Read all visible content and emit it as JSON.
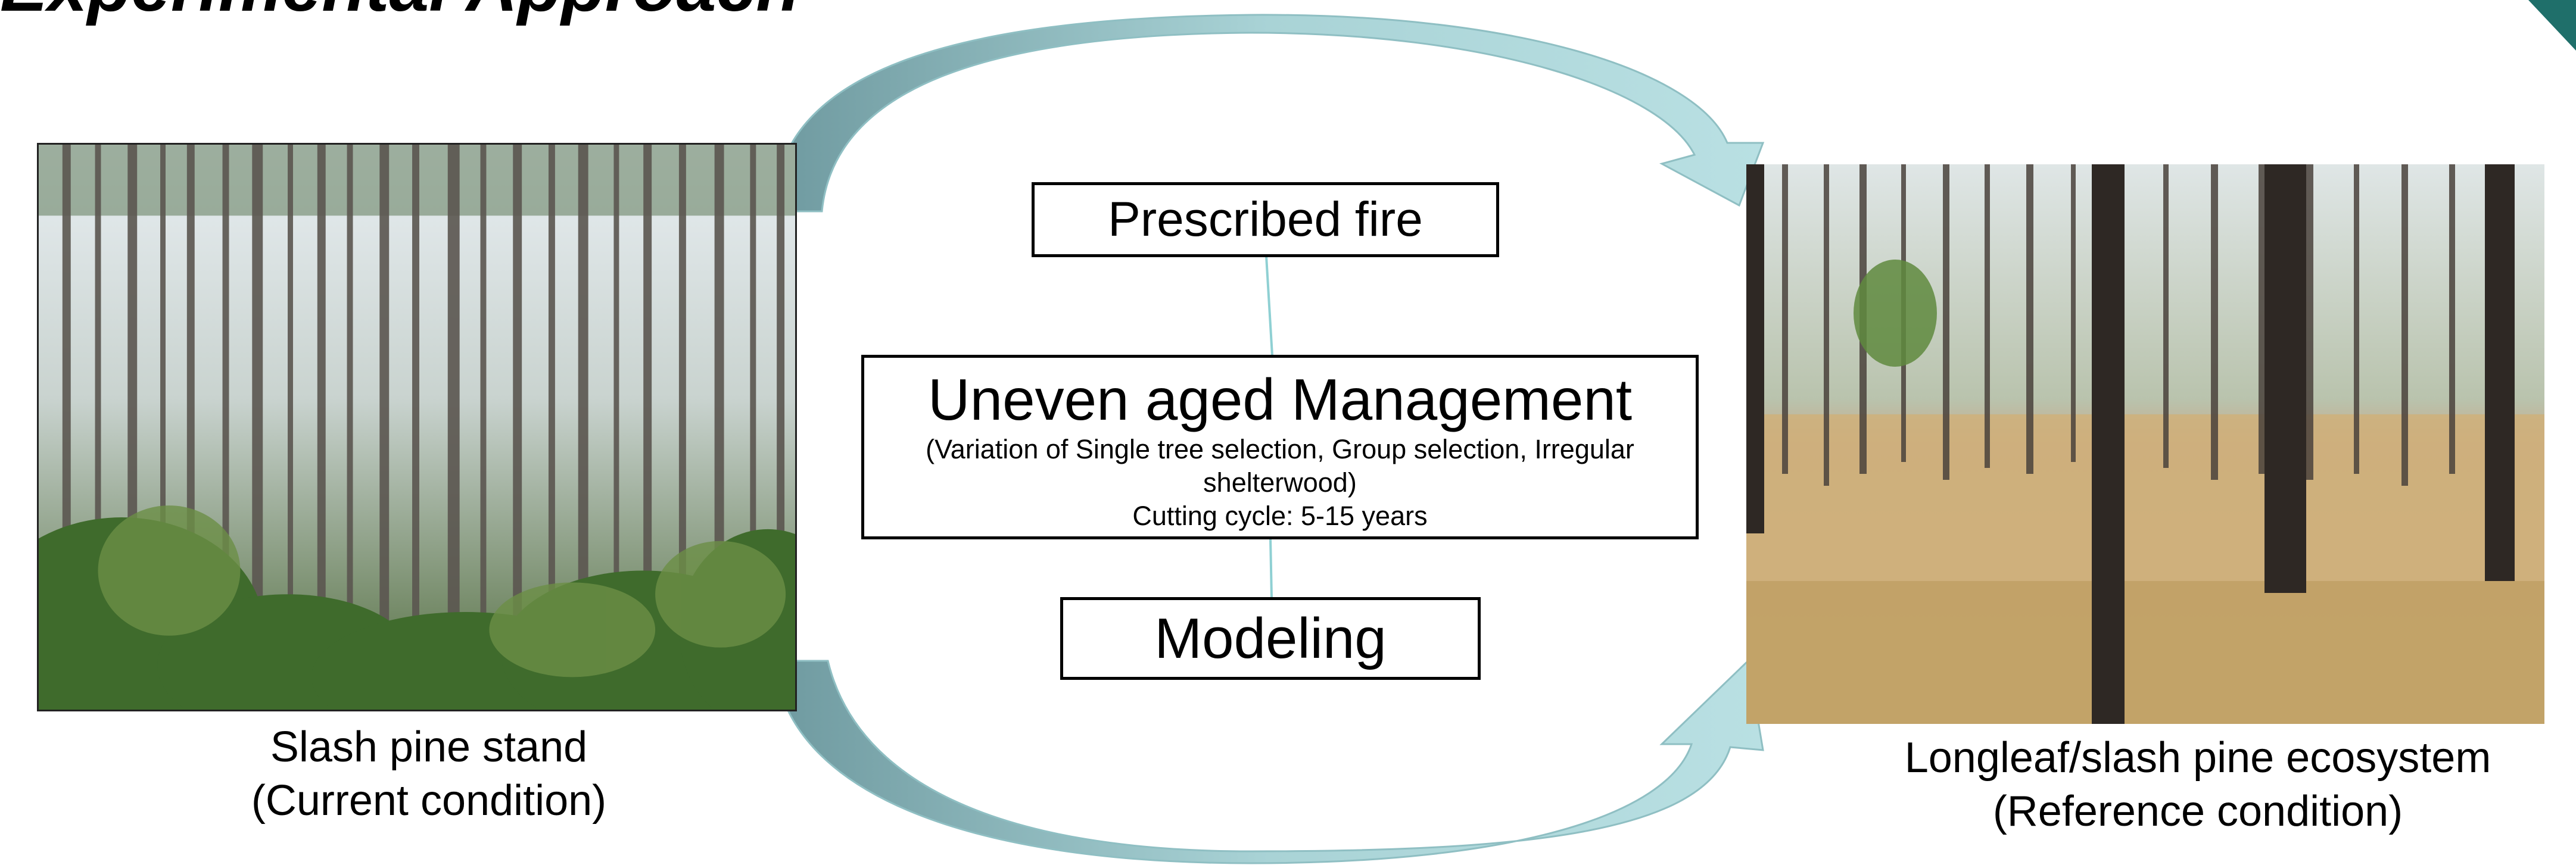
{
  "slide": {
    "title": "Experimental Approach"
  },
  "left_photo": {
    "caption_line1": "Slash pine stand",
    "caption_line2": "(Current  condition)"
  },
  "right_photo": {
    "caption_line1": "Longleaf/slash pine ecosystem",
    "caption_line2": "(Reference condition)"
  },
  "boxes": {
    "prescribed_fire": "Prescribed fire",
    "uneven_title": "Uneven aged Management",
    "uneven_line1": "(Variation of Single tree selection, Group selection, Irregular",
    "uneven_line2": "shelterwood)",
    "uneven_line3": "Cutting cycle: 5-15 years",
    "modeling": "Modeling"
  },
  "colors": {
    "arrow_fill": "#a9d3d6",
    "arrow_shade": "#6f9aa0",
    "connector": "#8fd0d3",
    "corner_accent": "#1f6f6a"
  }
}
